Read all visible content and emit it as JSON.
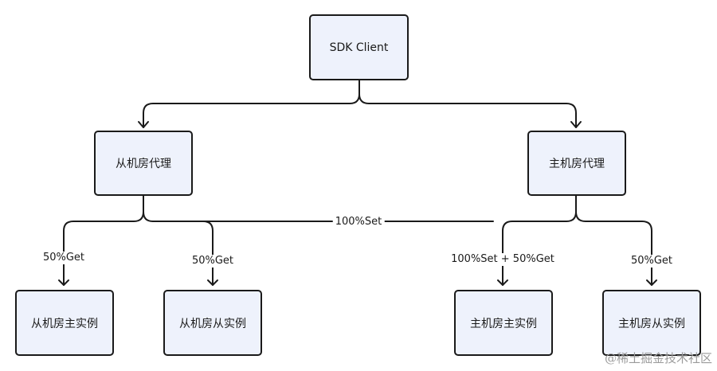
{
  "nodes": {
    "sdk_client": "SDK Client",
    "backup_proxy": "从机房代理",
    "primary_proxy": "主机房代理",
    "backup_master": "从机房主实例",
    "backup_slave": "从机房从实例",
    "primary_master": "主机房主实例",
    "primary_slave": "主机房从实例"
  },
  "edges": {
    "set_all": "100%Set",
    "get_backup_master": "50%Get",
    "get_backup_slave": "50%Get",
    "set_get_primary_master": "100%Set + 50%Get",
    "get_primary_slave": "50%Get"
  },
  "watermark": "@稀土掘金技术社区",
  "colors": {
    "node_fill": "#eef2fc",
    "stroke": "#1a1a1a",
    "watermark": "#9a9a9a"
  }
}
